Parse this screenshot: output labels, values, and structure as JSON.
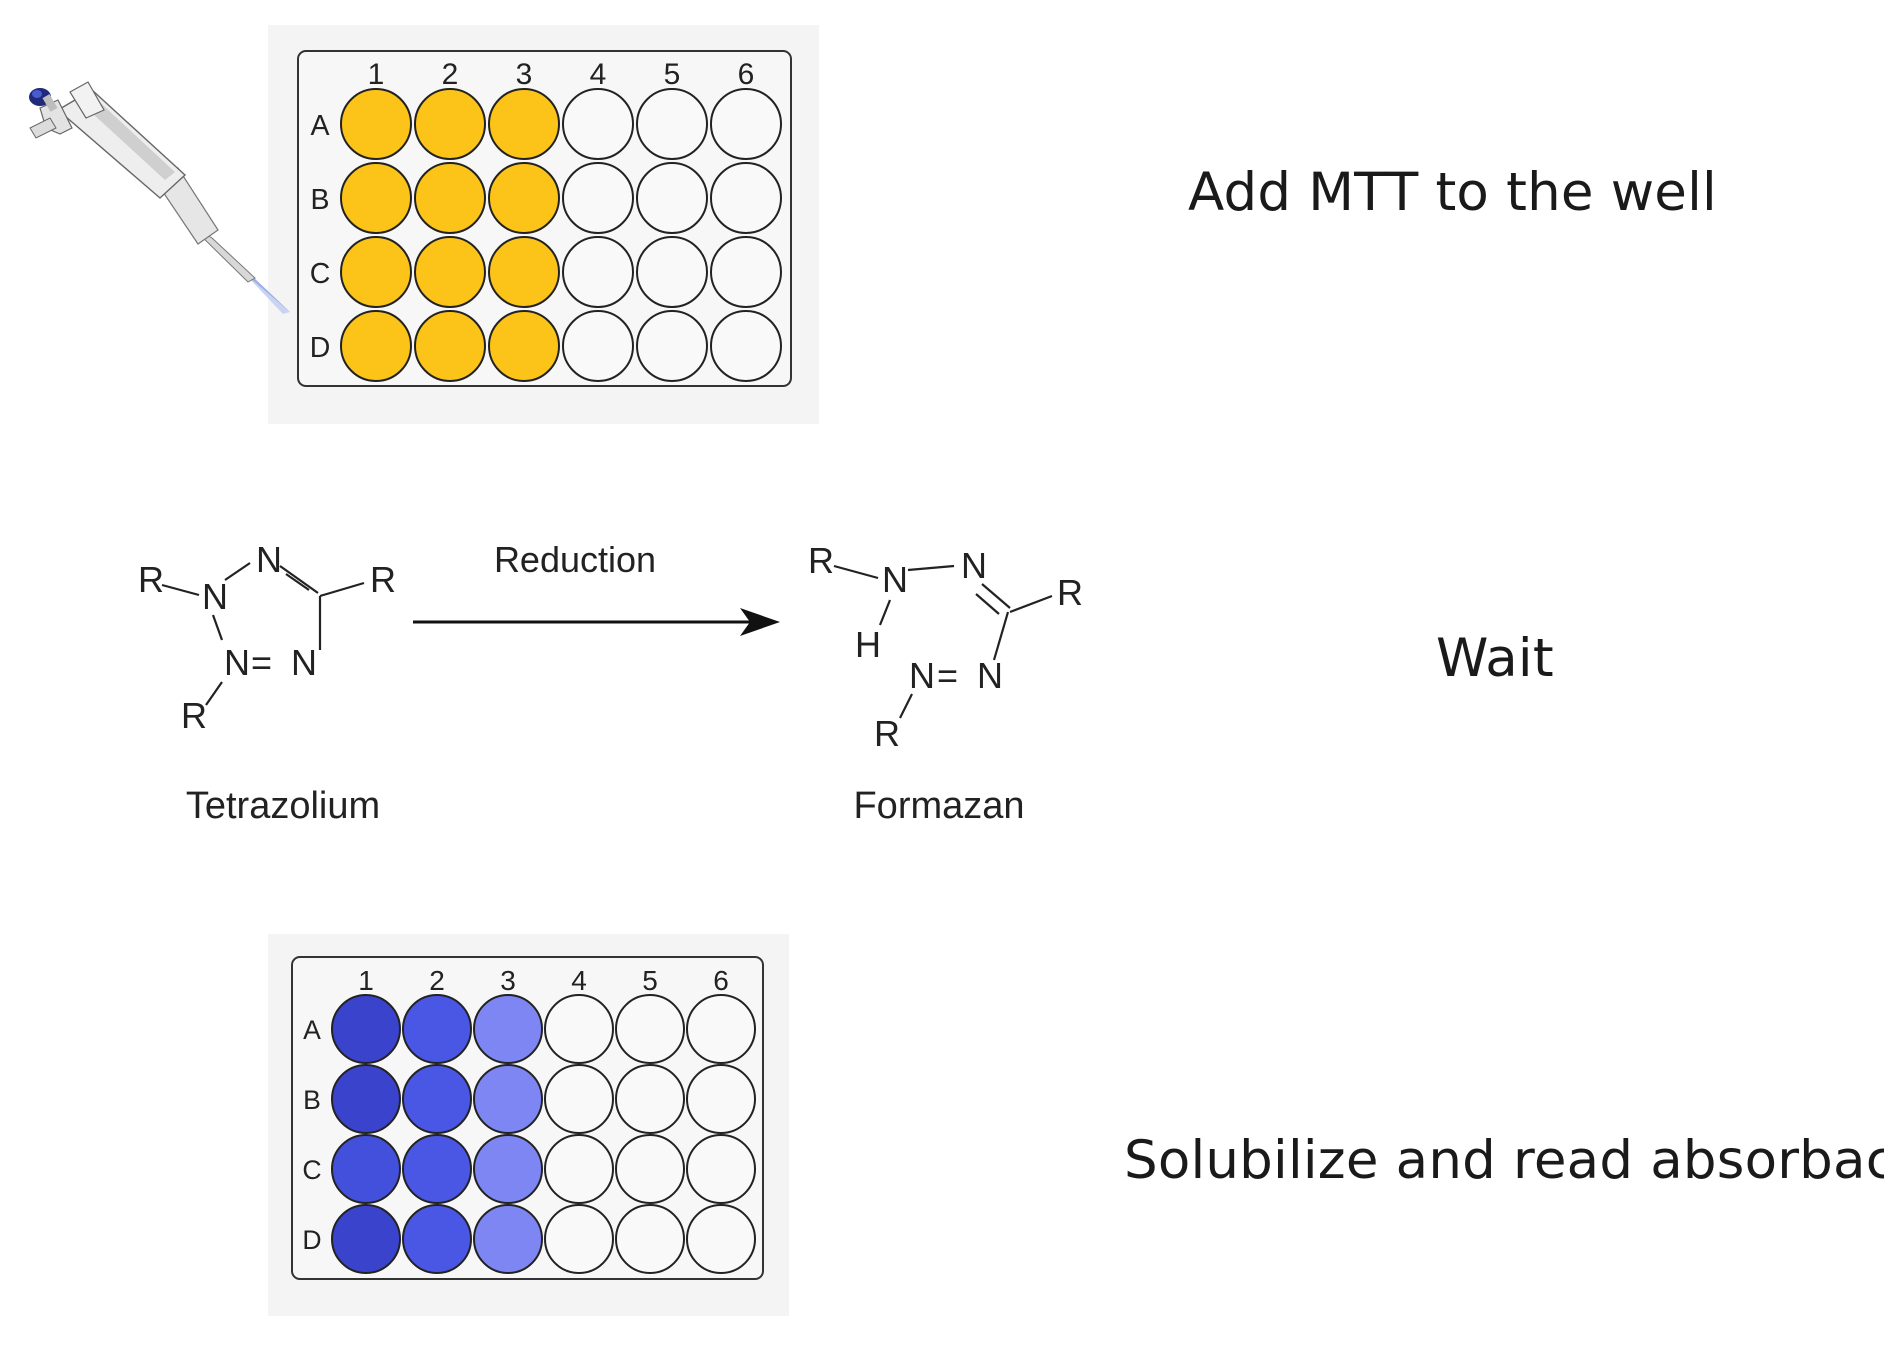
{
  "steps": [
    {
      "label": "Add MTT to the well"
    },
    {
      "label": "Wait"
    },
    {
      "label": "Solubilize and read absorbace"
    }
  ],
  "plate_columns": [
    "1",
    "2",
    "3",
    "4",
    "5",
    "6"
  ],
  "plate_rows": [
    "A",
    "B",
    "C",
    "D"
  ],
  "plate_top": {
    "filled_color": "#fcc419",
    "empty_color": "#f9f9f9",
    "well_colors": [
      [
        "#fcc419",
        "#fcc419",
        "#fcc419",
        "#f9f9f9",
        "#f9f9f9",
        "#f9f9f9"
      ],
      [
        "#fcc419",
        "#fcc419",
        "#fcc419",
        "#f9f9f9",
        "#f9f9f9",
        "#f9f9f9"
      ],
      [
        "#fcc419",
        "#fcc419",
        "#fcc419",
        "#f9f9f9",
        "#f9f9f9",
        "#f9f9f9"
      ],
      [
        "#fcc419",
        "#fcc419",
        "#fcc419",
        "#f9f9f9",
        "#f9f9f9",
        "#f9f9f9"
      ]
    ]
  },
  "plate_bottom": {
    "well_colors": [
      [
        "#3a43cc",
        "#4a56e4",
        "#7d86f2",
        "#f9f9f9",
        "#f9f9f9",
        "#f9f9f9"
      ],
      [
        "#3a43cc",
        "#4a56e4",
        "#7d86f2",
        "#f9f9f9",
        "#f9f9f9",
        "#f9f9f9"
      ],
      [
        "#4350dc",
        "#4a56e4",
        "#7d86f2",
        "#f9f9f9",
        "#f9f9f9",
        "#f9f9f9"
      ],
      [
        "#3a43cc",
        "#4a56e4",
        "#7d86f2",
        "#f9f9f9",
        "#f9f9f9",
        "#f9f9f9"
      ]
    ]
  },
  "reaction": {
    "reactant_name": "Tetrazolium",
    "product_name": "Formazan",
    "arrow_label": "Reduction",
    "atoms": {
      "r": "R",
      "n": "N",
      "h": "H",
      "double_bond": "="
    }
  }
}
